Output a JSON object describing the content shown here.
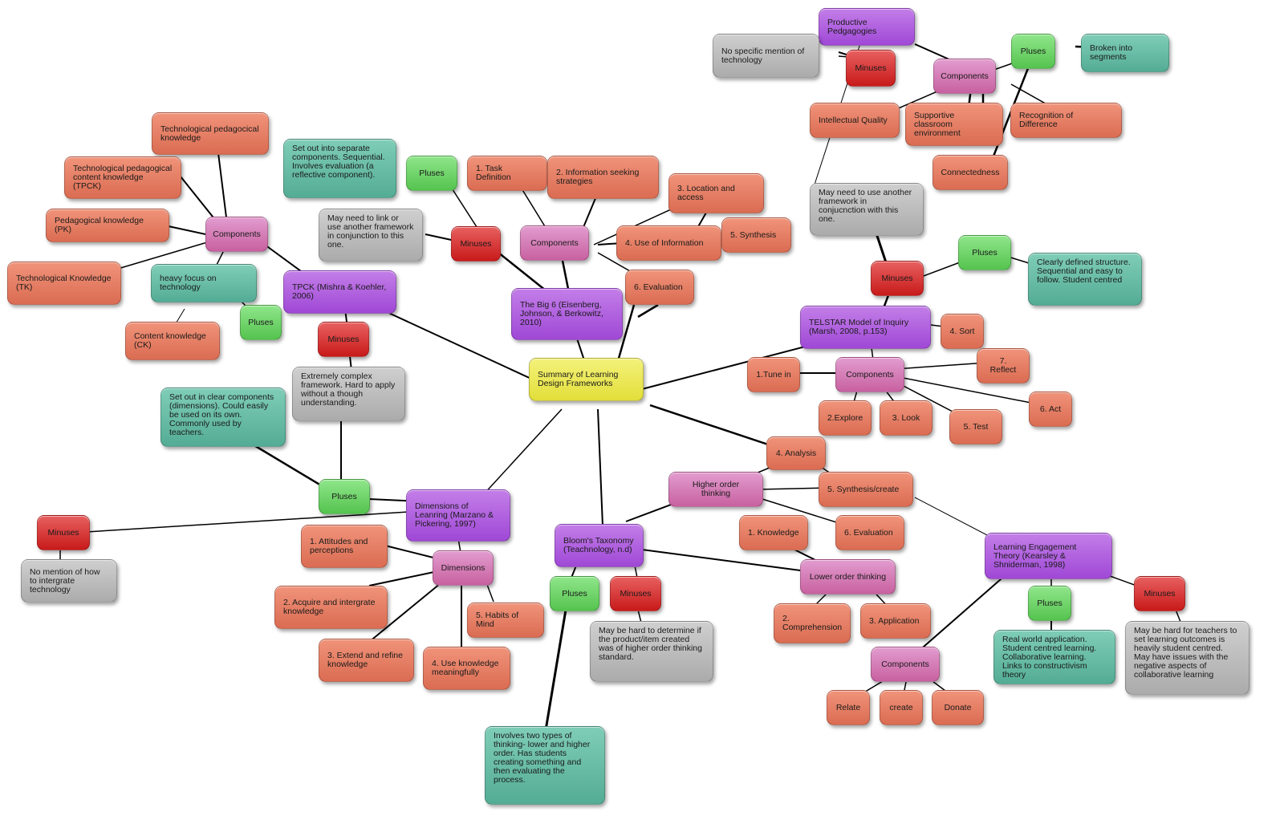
{
  "colors": {
    "root": "#e9e64e",
    "framework": "#a955dc",
    "components": "#d070ab",
    "item": "#e07a5f",
    "pluses": "#5fcb58",
    "minuses": "#d02626",
    "note": "#5fb7a0",
    "gray_note": "#b8b8b8",
    "edge": "#000000"
  },
  "nodes": {
    "root": "Summary of Learning Design Frameworks",
    "pp": "Productive Pedgagogies",
    "pp_nomention": "No specific mention of technology",
    "pp_minus": "Minuses",
    "pp_comp": "Components",
    "pp_plus": "Pluses",
    "pp_broken": "Broken into segments",
    "pp_iq": "Intellectual Quality",
    "pp_sce": "Supportive classroom environment",
    "pp_rod": "Recognition of Difference",
    "pp_conn": "Connectedness",
    "tpck_tpk": "Technological pedagocical knowledge",
    "tpck_tpck": "Technological pedagogical content knowledge (TPCK)",
    "tpck_pk": "Pedagogical knowledge (PK)",
    "tpck_comp": "Components",
    "tpck_tk": "Technological Knowledge (TK)",
    "tpck_heavy": "heavy focus on technology",
    "tpck_main": "TPCK (Mishra & Koehler, 2006)",
    "tpck_ck": "Content knowledge (CK)",
    "tpck_plus": "Pluses",
    "tpck_minus": "Minuses",
    "tpck_complex": "Extremely complex framework. Hard to apply without a though understanding.",
    "b6_note": "Set out into separate components. Sequential. Involves evaluation (a reflective component).",
    "b6_plus": "Pluses",
    "b6_link": "May need to link or use another framework in conjunction to this one.",
    "b6_minus": "Minuses",
    "b6_comp": "Components",
    "b6_task": "1. Task Definition",
    "b6_info": "2. Information seeking strategies",
    "b6_loc": "3. Location and access",
    "b6_use": "4. Use of Information",
    "b6_syn": "5. Synthesis",
    "b6_eval": "6. Evaluation",
    "b6_main": "The Big 6 (Eisenberg, Johnson, & Berkowitz, 2010)",
    "tel_need": "May need to use another framework in conjucnction with this one.",
    "tel_minus": "Minuses",
    "tel_plus": "Pluses",
    "tel_clear": "Clearly defined structure. Sequential and easy to follow. Student centred",
    "tel_main": "TELSTAR Model of Inquiry (Marsh, 2008, p.153)",
    "tel_sort": "4. Sort",
    "tel_tune": "1.Tune in",
    "tel_comp": "Components",
    "tel_reflect": "7. Reflect",
    "tel_act": "6. Act",
    "tel_explore": "2.Explore",
    "tel_look": "3. Look",
    "tel_test": "5. Test",
    "dim_note": "Set out in clear components (dimensions). Could easily be used on its own. Commonly used by teachers.",
    "dim_plus": "Pluses",
    "dim_minus": "Minuses",
    "dim_nomention": "No mention of how to intergrate technology",
    "dim_main": "Dimensions of Leanring (Marzano & Pickering, 1997)",
    "dim_attitudes": "1. Attitudes and perceptions",
    "dim_dims": "Dimensions",
    "dim_acquire": "2. Acquire and intergrate knowledge",
    "dim_habits": "5. Habits of Mind",
    "dim_extend": "3. Extend and refine knowledge",
    "dim_use": "4. Use knowledge meaningfully",
    "bl_main": "Bloom's Taxonomy (Teachnology, n.d)",
    "bl_plus": "Pluses",
    "bl_minus": "Minuses",
    "bl_hard": "May be hard to determine if the product/item created was of higher order thinking standard.",
    "bl_two": "Involves two types of thinking- lower and higher order. Has students creating something and then evaluating the process.",
    "bl_higher": "Higher order thinking",
    "bl_analysis": "4. Analysis",
    "bl_synth": "5. Synthesis/create",
    "bl_knowledge": "1. Knowledge",
    "bl_eval": "6. Evaluation",
    "bl_lower": "Lower order thinking",
    "bl_comprehension": "2. Comprehension",
    "bl_app": "3. Application",
    "let_main": "Learning Engagement Theory (Kearsley & Shniderman, 1998)",
    "let_plus": "Pluses",
    "let_minus": "Minuses",
    "let_real": "Real world application. Student centred learning. Collaborative learning. Links to constructivism theory",
    "let_hard": "May be hard for teachers to set learning outcomes is heavily student centred. May have issues with the negative aspects of collaborative learning",
    "let_comp": "Components",
    "let_relate": "Relate",
    "let_create": "create",
    "let_donate": "Donate"
  }
}
